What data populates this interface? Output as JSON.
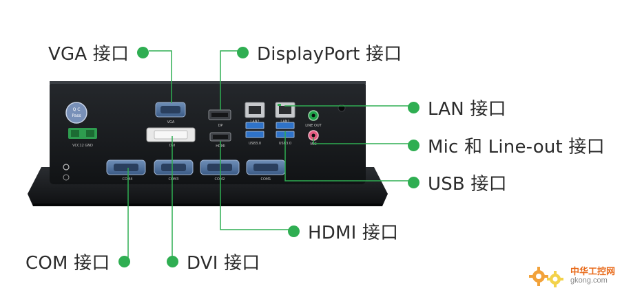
{
  "callouts": {
    "vga": "VGA 接口",
    "displayport": "DisplayPort 接口",
    "lan": "LAN 接口",
    "mic_lineout": "Mic 和 Line-out 接口",
    "usb": "USB 接口",
    "hdmi": "HDMI 接口",
    "com": "COM 接口",
    "dvi": "DVI 接口"
  },
  "panel_labels": {
    "qc_top": "Q C",
    "qc_bottom": "Pass",
    "power_terminal": "VCC12  GND",
    "vga": "VGA",
    "dvi": "DVI",
    "dp": "DP",
    "hdmi": "HDMI",
    "lan2": "LAN2",
    "lan1": "LAN1",
    "usb_left": "USB3.0",
    "usb_right": "USB3.0",
    "line_out": "LINE OUT",
    "mic": "MIC",
    "com4": "COM4",
    "com3": "COM3",
    "com2": "COM2",
    "com1": "COM1"
  },
  "watermark": {
    "title": "中华工控网",
    "url": "gkong.com"
  },
  "colors": {
    "accent": "#2fae52",
    "chassis": "#17191c",
    "text": "#2b2b2b"
  }
}
